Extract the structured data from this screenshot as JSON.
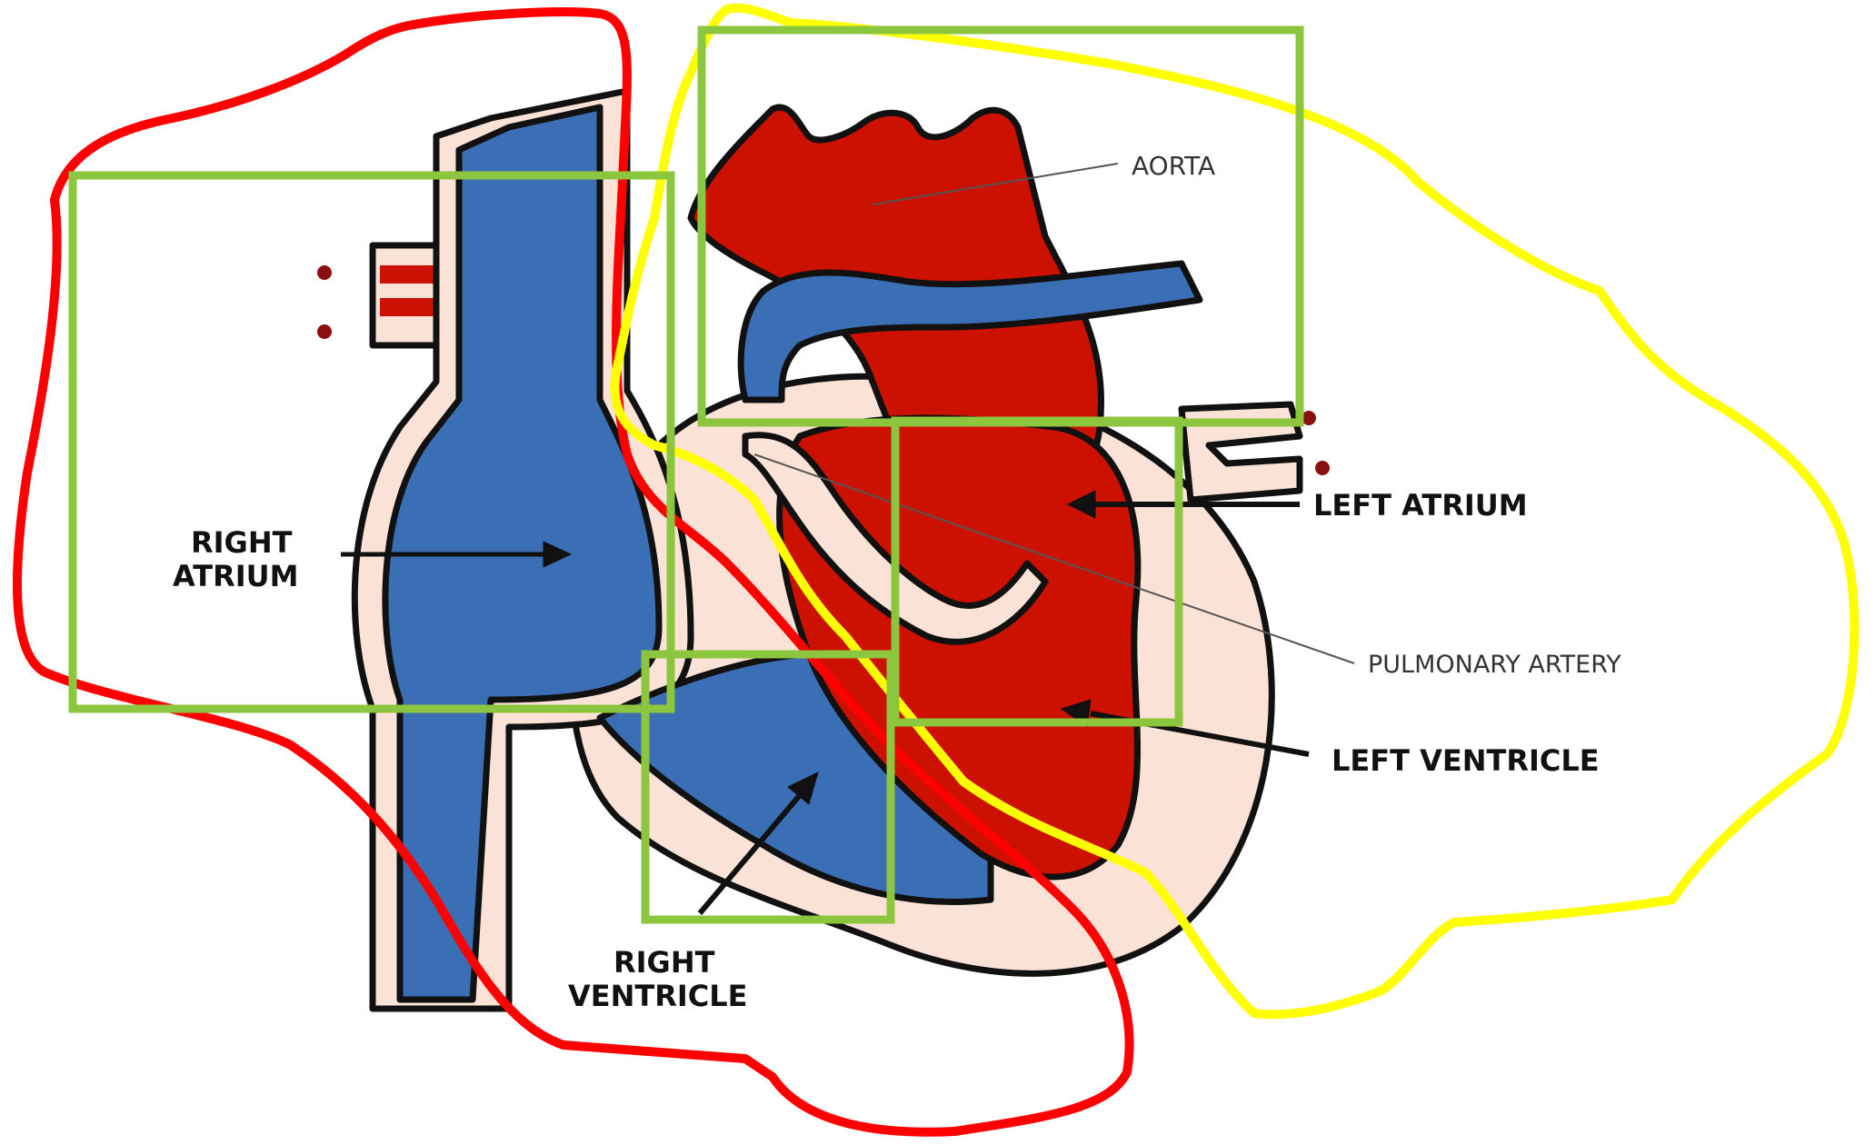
{
  "diagram": {
    "labels": {
      "aorta": "AORTA",
      "right_atrium_line1": "RIGHT",
      "right_atrium_line2": "ATRIUM",
      "left_atrium": "LEFT ATRIUM",
      "pulmonary_artery": "PULMONARY ARTERY",
      "left_ventricle": "LEFT VENTRICLE",
      "right_ventricle_line1": "RIGHT",
      "right_ventricle_line2": "VENTRICLE"
    },
    "colors": {
      "oxygen_poor_blood": "#3b6fb5",
      "oxygen_rich_blood": "#cc1100",
      "heart_wall": "#fbe2d6",
      "outline": "#111111",
      "annotation_red": "#ff0000",
      "annotation_yellow": "#ffff00",
      "annotation_green": "#8cc63f"
    }
  }
}
